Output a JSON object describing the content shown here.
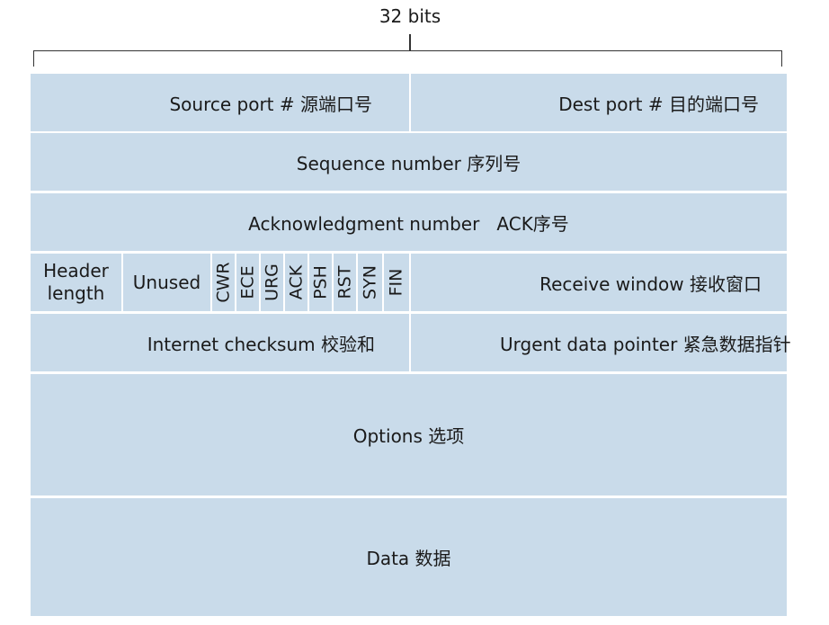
{
  "header": {
    "bits_label": "32 bits"
  },
  "row1": {
    "source_port": "Source port # 源端口号",
    "dest_port": "Dest port # 目的端口号"
  },
  "row2": {
    "sequence_number": "Sequence number 序列号"
  },
  "row3": {
    "ack_number": "Acknowledgment number   ACK序号"
  },
  "row4": {
    "header_length_line1": "Header",
    "header_length_line2": "length",
    "unused": "Unused",
    "flags": [
      "CWR",
      "ECE",
      "URG",
      "ACK",
      "PSH",
      "RST",
      "SYN",
      "FIN"
    ],
    "receive_window": "Receive window 接收窗口"
  },
  "row5": {
    "checksum": "Internet checksum 校验和",
    "urgent_pointer": "Urgent data pointer 紧急数据指针"
  },
  "row6": {
    "options": "Options 选项"
  },
  "row7": {
    "data": "Data 数据"
  },
  "colors": {
    "cell_fill": "#c9dbea",
    "background": "#ffffff"
  }
}
